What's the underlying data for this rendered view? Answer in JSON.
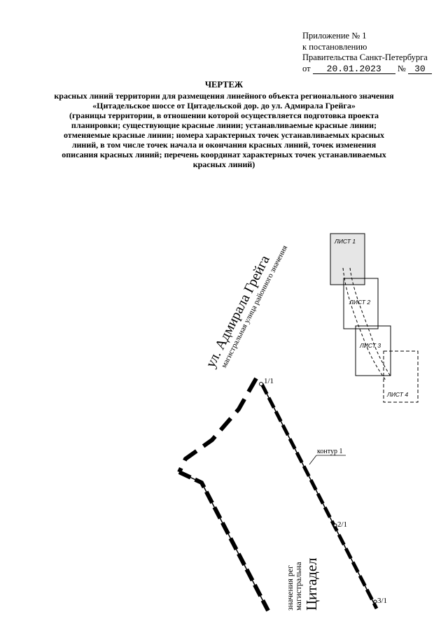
{
  "header": {
    "appendix_line1": "Приложение № 1",
    "appendix_line2": "к постановлению",
    "appendix_line3": "Правительства Санкт-Петербурга",
    "date_prefix": "от",
    "date_value": "20.01.2023",
    "number_prefix": "№",
    "number_value": "30"
  },
  "title": {
    "main": "ЧЕРТЕЖ",
    "lines": [
      "красных линий территории для размещения линейного объекта регионального значения",
      "«Цитадельское шоссе от Цитадельской дор. до ул. Адмирала Грейга»",
      "(границы территории, в отношении которой осуществляется подготовка проекта",
      "планировки; существующие красные линии; устанавливаемые красные линии;",
      "отменяемые красные линии; номера характерных точек устанавливаемых красных",
      "линий, в том числе точек начала и окончания красных линий, точек изменения",
      "описания красных линий; перечень координат характерных точек устанавливаемых",
      "красных линий)"
    ]
  },
  "drawing": {
    "street_name": "ул. Адмирала Грейга",
    "street_type": "магистральная улица районного значения",
    "road_name": "Цитадел",
    "road_type_1": "магистральна",
    "road_type_2": "значения рег",
    "contour_label": "контур 1",
    "points": [
      "1/1",
      "2/1",
      "3/1"
    ],
    "sheets": [
      "ЛИСТ 1",
      "ЛИСТ 2",
      "ЛИСТ 3",
      "ЛИСТ 4"
    ]
  }
}
